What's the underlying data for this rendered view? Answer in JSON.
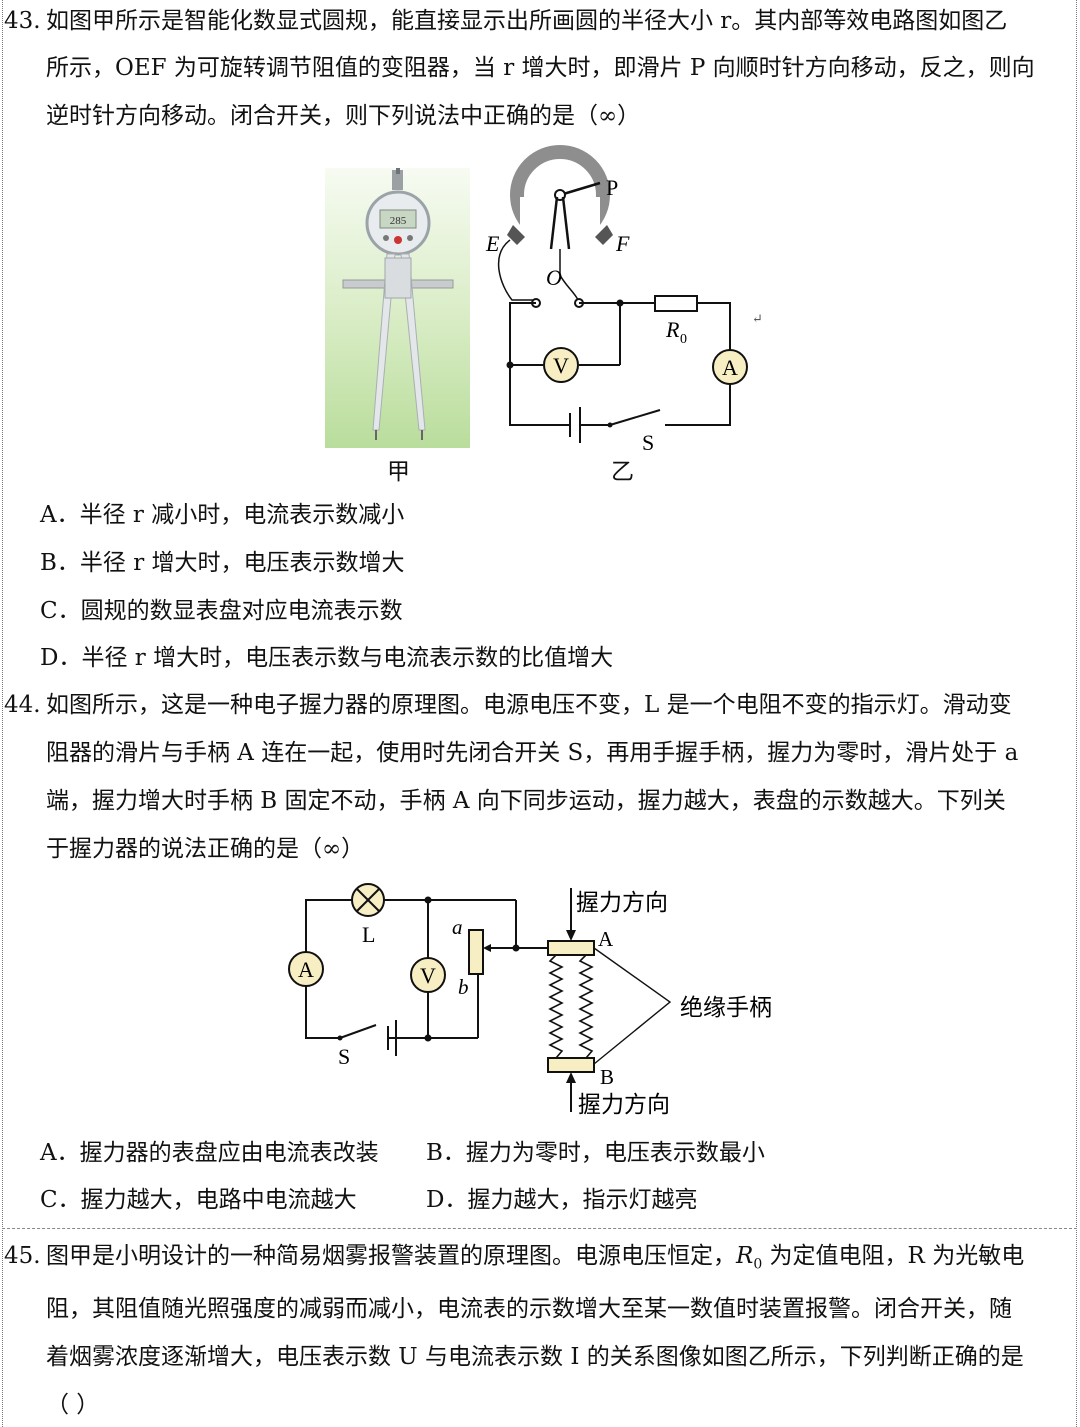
{
  "q43": {
    "num": "43.",
    "line1": "如图甲所示是智能化数显式圆规，能直接显示出所画圆的半径大小 r。其内部等效电路图如图乙",
    "line2": "所示，OEF 为可旋转调节阻值的变阻器，当 r 增大时，即滑片 P 向顺时针方向移动，反之，则向",
    "line3": "逆时针方向移动。闭合开关，则下列说法中正确的是（∞）",
    "caption_jia": "甲",
    "caption_yi": "乙",
    "display_value": "285",
    "labels": {
      "P": "P",
      "E": "E",
      "F": "F",
      "O": "O",
      "R0": "R",
      "R0_sub": "0",
      "V": "V",
      "A": "A",
      "S": "S"
    },
    "options": [
      {
        "letter": "A．",
        "text": "半径 r 减小时，电流表示数减小"
      },
      {
        "letter": "B．",
        "text": "半径 r 增大时，电压表示数增大"
      },
      {
        "letter": "C．",
        "text": "圆规的数显表盘对应电流表示数"
      },
      {
        "letter": "D．",
        "text": "半径 r 增大时，电压表示数与电流表示数的比值增大"
      }
    ]
  },
  "q44": {
    "num": "44.",
    "line1": "如图所示，这是一种电子握力器的原理图。电源电压不变，L 是一个电阻不变的指示灯。滑动变",
    "line2": "阻器的滑片与手柄 A 连在一起，使用时先闭合开关 S，再用手握手柄，握力为零时，滑片处于 a",
    "line3": "端，握力增大时手柄 B 固定不动，手柄 A 向下同步运动，握力越大，表盘的示数越大。下列关",
    "line4": "于握力器的说法正确的是（∞）",
    "labels": {
      "A_meter": "A",
      "V_meter": "V",
      "L": "L",
      "S": "S",
      "a": "a",
      "b": "b",
      "A_handle": "A",
      "B_handle": "B",
      "force_top": "握力方向",
      "force_bottom": "握力方向",
      "handle": "绝缘手柄"
    },
    "options": [
      {
        "letter": "A．",
        "text": "握力器的表盘应由电流表改装"
      },
      {
        "letter": "B．",
        "text": "握力为零时，电压表示数最小"
      },
      {
        "letter": "C．",
        "text": "握力越大，电路中电流越大"
      },
      {
        "letter": "D．",
        "text": "握力越大，指示灯越亮"
      }
    ]
  },
  "q45": {
    "num": "45.",
    "line1_a": "图甲是小明设计的一种简易烟雾报警装置的原理图。电源电压恒定，",
    "line1_R0": "R",
    "line1_R0_sub": "0",
    "line1_b": " 为定值电阻，R 为光敏电",
    "line2": "阻，其阻值随光照强度的减弱而减小，电流表的示数增大至某一数值时装置报警。闭合开关，随",
    "line3": "着烟雾浓度逐渐增大，电压表示数 U 与电流表示数 I 的关系图像如图乙所示，下列判断正确的是",
    "line4": "（          ）"
  }
}
